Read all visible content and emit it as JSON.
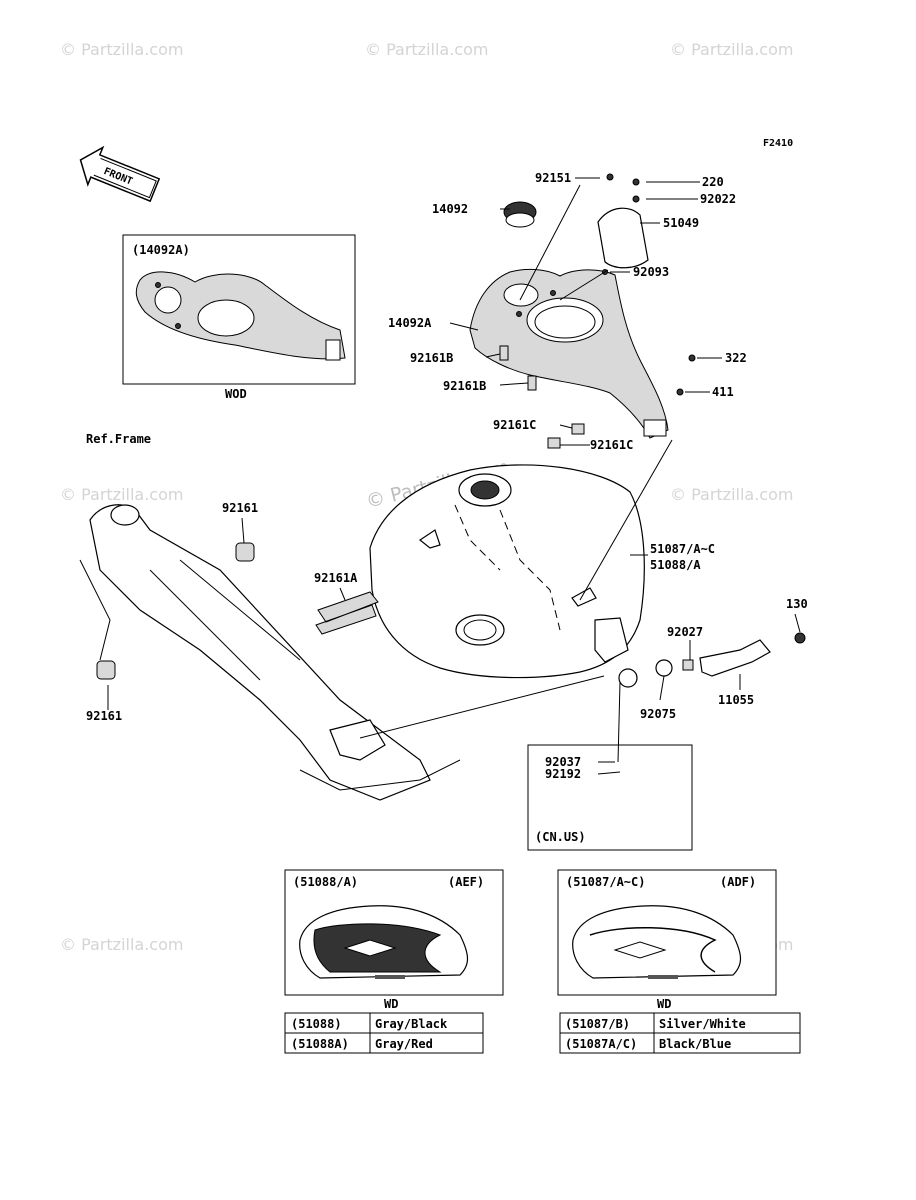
{
  "figure_code": "F2410",
  "front_label": "FRONT",
  "watermark": "© Partzilla.com",
  "ref_frame": "Ref.Frame",
  "callouts": {
    "p92151": "92151",
    "p14092": "14092",
    "p220": "220",
    "p92022": "92022",
    "p51049": "51049",
    "p92093": "92093",
    "p14092A": "14092A",
    "p92161B_1": "92161B",
    "p92161B_2": "92161B",
    "p322": "322",
    "p411": "411",
    "p92161C_1": "92161C",
    "p92161C_2": "92161C",
    "p51087": "51087/A~C",
    "p51088": "51088/A",
    "p92161_top": "92161",
    "p92161A": "92161A",
    "p92161_bot": "92161",
    "p130": "130",
    "p92027": "92027",
    "p11055": "11055",
    "p92075": "92075",
    "p92037": "92037",
    "p92192": "92192"
  },
  "inset_wod": {
    "title": "(14092A)",
    "caption": "WOD"
  },
  "inset_us": {
    "caption": "(CN.US)"
  },
  "inset_aef": {
    "model": "(51088/A)",
    "code": "(AEF)",
    "caption": "WD",
    "rows": [
      [
        "(51088)",
        "Gray/Black"
      ],
      [
        "(51088A)",
        "Gray/Red"
      ]
    ]
  },
  "inset_adf": {
    "model": "(51087/A~C)",
    "code": "(ADF)",
    "caption": "WD",
    "rows": [
      [
        "(51087/B)",
        "Silver/White"
      ],
      [
        "(51087A/C)",
        "Black/Blue"
      ]
    ]
  }
}
